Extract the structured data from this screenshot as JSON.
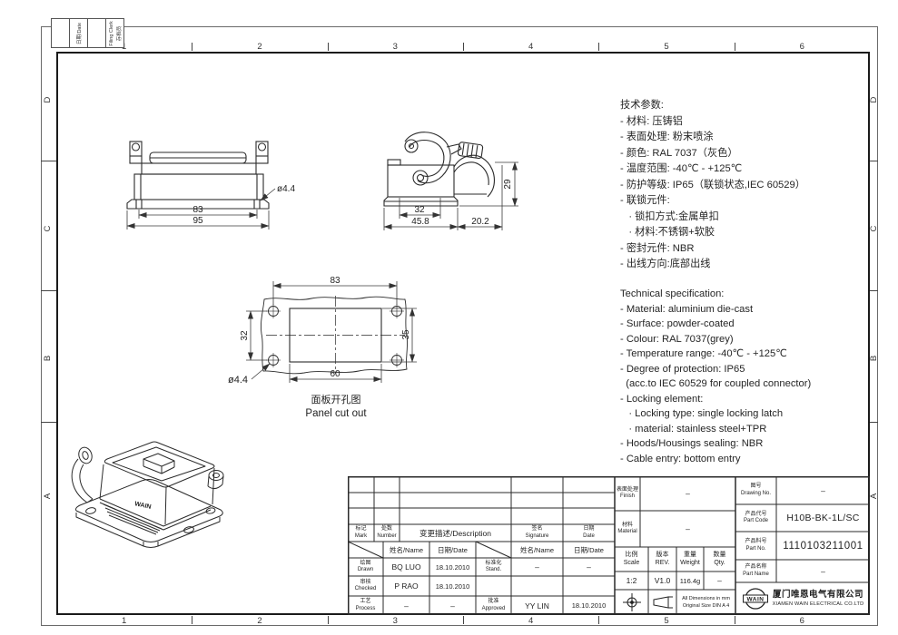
{
  "frame": {
    "top_zones": [
      "1",
      "2",
      "3",
      "4",
      "5",
      "6"
    ],
    "bottom_zones": [
      "1",
      "2",
      "3",
      "4",
      "5",
      "6"
    ],
    "side_zones": [
      "D",
      "C",
      "B",
      "A"
    ],
    "stamp": {
      "date_label": "日期/Date",
      "clerk_label_en": "Filing Clerk",
      "clerk_label_zh": "存档员"
    }
  },
  "views": {
    "front": {
      "dim_inner": "83",
      "dim_outer": "95",
      "hole_leader": "ø4.4"
    },
    "side": {
      "dim_inner": "32",
      "dim_base": "45.8",
      "dim_lever": "20.2",
      "dim_height": "29"
    },
    "panel": {
      "dim_top": "83",
      "dim_left": "32",
      "dim_right": "35",
      "dim_bottom": "60",
      "hole_leader": "ø4.4",
      "caption_zh": "面板开孔图",
      "caption_en": "Panel cut out"
    },
    "iso": {
      "marking": "WAIN"
    }
  },
  "specs_zh": {
    "lines": [
      "技术参数:",
      "- 材料: 压铸铝",
      "- 表面处理: 粉末喷涂",
      "- 颜色: RAL 7037（灰色）",
      "- 温度范围: -40℃ - +125℃",
      "- 防护等级: IP65（联锁状态,IEC 60529）",
      "- 联锁元件:",
      "   · 锁扣方式:金属单扣",
      "   · 材料:不锈钢+软胶",
      "- 密封元件: NBR",
      "- 出线方向:底部出线"
    ]
  },
  "specs_en": {
    "lines": [
      "Technical specification:",
      "- Material: aluminium die-cast",
      "- Surface: powder-coated",
      "- Colour: RAL 7037(grey)",
      "- Temperature range: -40℃ - +125℃",
      "- Degree of protection: IP65",
      "  (acc.to IEC 60529 for coupled connector)",
      "- Locking element:",
      "   · Locking type: single locking latch",
      "   · material: stainless steel+TPR",
      "- Hoods/Housings sealing: NBR",
      "- Cable entry: bottom entry"
    ]
  },
  "title_block": {
    "revision": {
      "mark_label": "标记\nMark",
      "number_label": "处数\nNumber",
      "description_label": "变更描述/Description",
      "signature_label": "签名\nSignature",
      "date_label": "日期\nDate",
      "name_col_label": "姓名/Name",
      "date_col_label": "日期/Date"
    },
    "people": {
      "drawn_label": "绘图\nDrawn",
      "drawn_name": "BQ LUO",
      "drawn_date": "18.10.2010",
      "checked_label": "审核\nChecked",
      "checked_name": "P RAO",
      "checked_date": "18.10.2010",
      "process_label": "工艺\nProcess",
      "process_name": "–",
      "process_date": "–",
      "stand_label": "标准化\nStand.",
      "stand_name": "–",
      "stand_date": "–",
      "approved_label": "批准\nApproved",
      "approved_name": "YY LIN",
      "approved_date": "18.10.2010"
    },
    "props": {
      "finish_label": "表面处理\nFinish",
      "finish_value": "–",
      "material_label": "材料\nMaterial",
      "material_value": "–",
      "scale_label": "比例\nScale",
      "scale_value": "1:2",
      "rev_label": "版本\nREV.",
      "rev_value": "V1.0",
      "weight_label": "重量\nWeight",
      "weight_value": "116.4g",
      "qty_label": "数量\nQty.",
      "qty_value": "–",
      "dims_note_1": "All Dimensions in mm",
      "dims_note_2": "Original Size DIN A 4"
    },
    "ident": {
      "drawing_no_label": "图号\nDrawing No.",
      "drawing_no_value": "–",
      "part_code_label": "产品代号\nPart Code",
      "part_code_value": "H10B-BK-1L/SC",
      "part_no_label": "产品料号\nPart No.",
      "part_no_value": "1110103211001",
      "part_name_label": "产品名称\nPart Name",
      "part_name_value": "–"
    },
    "company": {
      "logo_text": "WAIN",
      "name_zh": "厦门唯恩电气有限公司",
      "name_en": "XIAMEN WAIN ELECTRICAL CO.LTD"
    }
  }
}
